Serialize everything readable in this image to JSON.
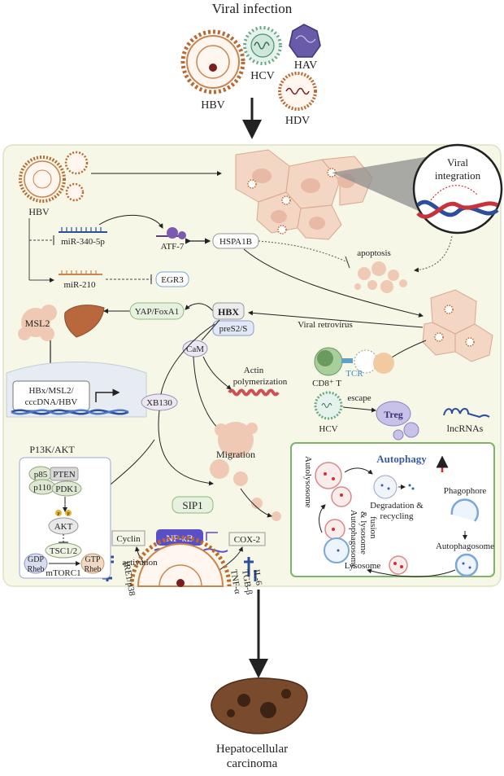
{
  "header": {
    "title": "Viral infection"
  },
  "viruses": {
    "hbv": "HBV",
    "hcv": "HCV",
    "hav": "HAV",
    "hdv": "HDV"
  },
  "panel": {
    "hbv_label": "HBV",
    "viral_integration": [
      "Viral",
      "integration"
    ],
    "mir340": "miR-340-5p",
    "atf7": "ATF-7",
    "hspa1b": "HSPA1B",
    "apoptosis": "apoptosis",
    "mir210": "miR-210",
    "egr3": "EGR3",
    "yap": "YAP/FoxA1",
    "hbx": "HBX",
    "pres2": "preS2/S",
    "viral_retrovirus": "Viral retrovirus",
    "msl2": "MSL2",
    "hbx_box": [
      "HBx/MSL2/",
      "cccDNA/HBV"
    ],
    "cam": "CaM",
    "actin": [
      "Actin",
      "polymerization"
    ],
    "tcr": "TCR",
    "cd8": "CD8⁺ T",
    "xb130": "XB130",
    "escape": "escape",
    "hcv2": "HCV",
    "treg": "Treg",
    "lncrnas": "lncRNAs",
    "migration": "Migration",
    "sip1": "SIP1",
    "cyclin": "Cyclin",
    "nfkb": "NF-κB",
    "cox2": "COX-2",
    "activation": "activation",
    "ire1": "IRE1/p38",
    "cytokines": [
      "TNF-α",
      "TGB-β",
      "IL-6"
    ]
  },
  "pi3k": {
    "title": "P13K/AKT",
    "p85": "p85",
    "pten": "PTEN",
    "p110": "p110",
    "pdk1": "PDK1",
    "akt": "AKT",
    "tsc": "TSC1/2",
    "gdp": "GDP",
    "gtp": "GTP",
    "rheb1": "Rheb",
    "rheb2": "Rheb",
    "mtorc1": "mTORC1",
    "p": "P"
  },
  "autophagy": {
    "title": "Autophagy",
    "autolysosome": "Autolysosome",
    "degradation": [
      "Degradation &",
      "recycling"
    ],
    "phagophore": "Phagophore",
    "fusion": [
      "Autophagosome",
      "& lysosome",
      "fusion"
    ],
    "autophagosome": "Autophagosome",
    "lysosome": "Lysosome"
  },
  "footer": {
    "hcc": [
      "Hepatocellular",
      "carcinoma"
    ]
  },
  "colors": {
    "panel_bg": "#f6f7e6",
    "panel_border": "#dfe2c4",
    "autophagy_border": "#7fb36a",
    "pi3k_border": "#9aa6d8",
    "nfkb": "#5b4fc7",
    "virus_spike": "#b86a32",
    "dna_red": "#c8323a",
    "dna_blue": "#2b4f9b",
    "cell_fill": "#f3d6c4",
    "up_arrow": "#d62828"
  }
}
